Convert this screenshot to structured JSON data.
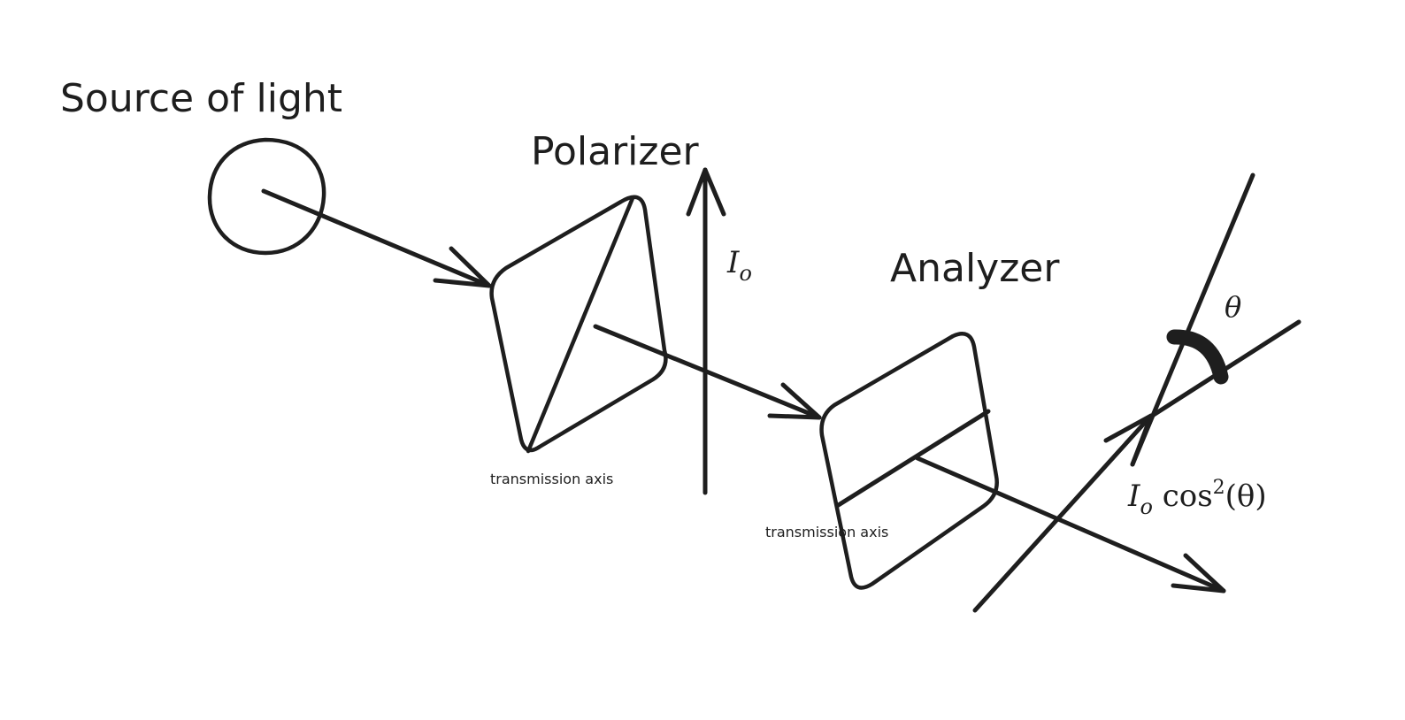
{
  "labels": {
    "source": "Source of light",
    "polarizer": "Polarizer",
    "analyzer": "Analyzer",
    "polarizer_axis": "transmission axis",
    "analyzer_axis": "transmission axis",
    "intensity_in": "I",
    "intensity_in_sub": "o",
    "theta": "θ",
    "intensity_out_I": "I",
    "intensity_out_sub": "o",
    "intensity_out_func": " cos",
    "intensity_out_sup": "2",
    "intensity_out_arg": "(θ)"
  },
  "colors": {
    "ink": "#1e1e1e",
    "background": "#ffffff"
  }
}
